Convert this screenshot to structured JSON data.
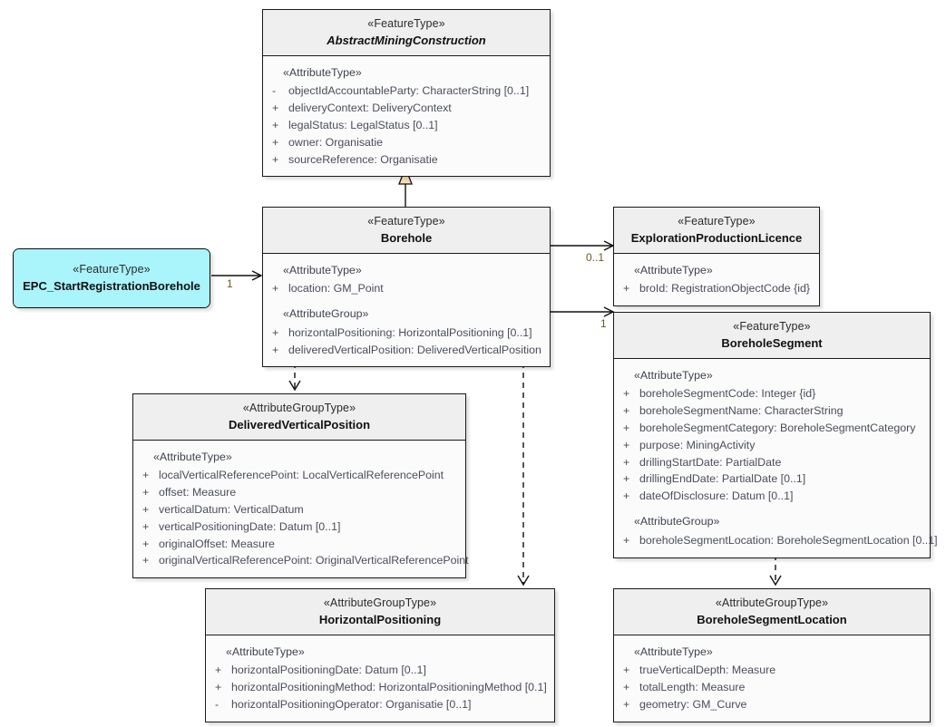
{
  "diagram": {
    "title": "Borehole UML class diagram",
    "type": "uml-class-diagram",
    "colors": {
      "highlight": "#aaf4fb",
      "header": "#efefef",
      "body": "#fbfbfb",
      "border": "#1a1a1a",
      "attribute_text": "#4a4e5c",
      "multiplicity_text": "#6b5a20",
      "generalization_fill": "#f7e0b5"
    }
  },
  "classes": {
    "abstract_mining_construction": {
      "stereotype": "«FeatureType»",
      "name": "AbstractMiningConstruction",
      "compartments": [
        {
          "label": "«AttributeType»",
          "attributes": [
            {
              "visibility": "-",
              "text": "objectIdAccountableParty: CharacterString [0..1]"
            },
            {
              "visibility": "+",
              "text": "deliveryContext: DeliveryContext"
            },
            {
              "visibility": "+",
              "text": "legalStatus: LegalStatus [0..1]"
            },
            {
              "visibility": "+",
              "text": "owner: Organisatie"
            },
            {
              "visibility": "+",
              "text": "sourceReference: Organisatie"
            }
          ]
        }
      ]
    },
    "epc_start_registration_borehole": {
      "stereotype": "«FeatureType»",
      "name": "EPC_StartRegistrationBorehole",
      "compartments": []
    },
    "borehole": {
      "stereotype": "«FeatureType»",
      "name": "Borehole",
      "compartments": [
        {
          "label": "«AttributeType»",
          "attributes": [
            {
              "visibility": "+",
              "text": "location: GM_Point"
            }
          ]
        },
        {
          "label": "«AttributeGroup»",
          "attributes": [
            {
              "visibility": "+",
              "text": "horizontalPositioning: HorizontalPositioning [0..1]"
            },
            {
              "visibility": "+",
              "text": "deliveredVerticalPosition: DeliveredVerticalPosition"
            }
          ]
        }
      ]
    },
    "exploration_production_licence": {
      "stereotype": "«FeatureType»",
      "name": "ExplorationProductionLicence",
      "compartments": [
        {
          "label": "«AttributeType»",
          "attributes": [
            {
              "visibility": "+",
              "text": "broId: RegistrationObjectCode {id}"
            }
          ]
        }
      ]
    },
    "borehole_segment": {
      "stereotype": "«FeatureType»",
      "name": "BoreholeSegment",
      "compartments": [
        {
          "label": "«AttributeType»",
          "attributes": [
            {
              "visibility": "+",
              "text": "boreholeSegmentCode: Integer {id}"
            },
            {
              "visibility": "+",
              "text": "boreholeSegmentName: CharacterString"
            },
            {
              "visibility": "+",
              "text": "boreholeSegmentCategory: BoreholeSegmentCategory"
            },
            {
              "visibility": "+",
              "text": "purpose: MiningActivity"
            },
            {
              "visibility": "+",
              "text": "drillingStartDate: PartialDate"
            },
            {
              "visibility": "+",
              "text": "drillingEndDate: PartialDate [0..1]"
            },
            {
              "visibility": "+",
              "text": "dateOfDisclosure: Datum [0..1]"
            }
          ]
        },
        {
          "label": "«AttributeGroup»",
          "attributes": [
            {
              "visibility": "+",
              "text": "boreholeSegmentLocation: BoreholeSegmentLocation [0..1]"
            }
          ]
        }
      ]
    },
    "delivered_vertical_position": {
      "stereotype": "«AttributeGroupType»",
      "name": "DeliveredVerticalPosition",
      "compartments": [
        {
          "label": "«AttributeType»",
          "attributes": [
            {
              "visibility": "+",
              "text": "localVerticalReferencePoint: LocalVerticalReferencePoint"
            },
            {
              "visibility": "+",
              "text": "offset: Measure"
            },
            {
              "visibility": "+",
              "text": "verticalDatum: VerticalDatum"
            },
            {
              "visibility": "+",
              "text": "verticalPositioningDate: Datum [0..1]"
            },
            {
              "visibility": "+",
              "text": "originalOffset: Measure"
            },
            {
              "visibility": "+",
              "text": "originalVerticalReferencePoint: OriginalVerticalReferencePoint"
            }
          ]
        }
      ]
    },
    "horizontal_positioning": {
      "stereotype": "«AttributeGroupType»",
      "name": "HorizontalPositioning",
      "compartments": [
        {
          "label": "«AttributeType»",
          "attributes": [
            {
              "visibility": "+",
              "text": "horizontalPositioningDate: Datum [0..1]"
            },
            {
              "visibility": "+",
              "text": "horizontalPositioningMethod: HorizontalPositioningMethod [0.1]"
            },
            {
              "visibility": "-",
              "text": "horizontalPositioningOperator: Organisatie [0..1]"
            }
          ]
        }
      ]
    },
    "borehole_segment_location": {
      "stereotype": "«AttributeGroupType»",
      "name": "BoreholeSegmentLocation",
      "compartments": [
        {
          "label": "«AttributeType»",
          "attributes": [
            {
              "visibility": "+",
              "text": "trueVerticalDepth: Measure"
            },
            {
              "visibility": "+",
              "text": "totalLength: Measure"
            },
            {
              "visibility": "+",
              "text": "geometry: GM_Curve"
            }
          ]
        }
      ]
    }
  },
  "connectors": {
    "epc_to_borehole": {
      "multiplicity": "1"
    },
    "borehole_to_licence": {
      "multiplicity": "0..1"
    },
    "borehole_to_segment": {
      "multiplicity": "1"
    }
  }
}
